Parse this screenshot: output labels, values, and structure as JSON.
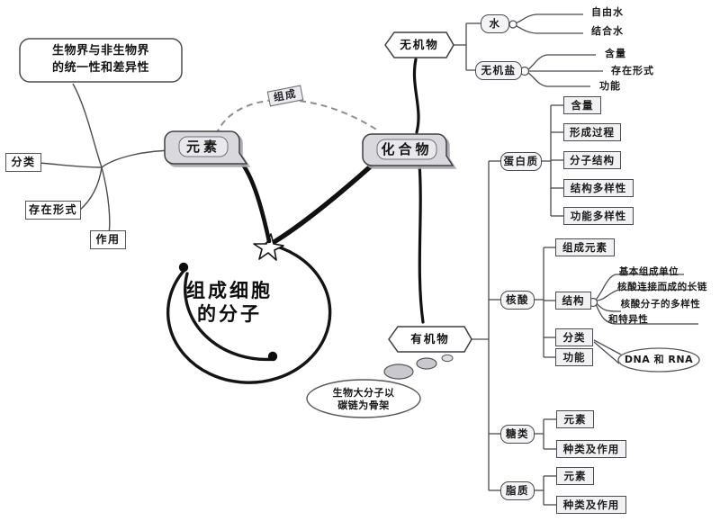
{
  "diagram": {
    "title": "组成细胞的分子",
    "type": "mind-map",
    "colors": {
      "ink": "#1a1a1a",
      "node_fill": "#f2f2f4",
      "big_node_fill": "#d8d8dc",
      "shadow": "#9a9aa2",
      "dashed_link": "#8a8a90"
    }
  },
  "center": {
    "line1": "组成细胞",
    "line2": "的分子"
  },
  "elements_branch": {
    "label": "元素",
    "relation_label": "组成",
    "top_note": {
      "line1": "生物界与非生物界",
      "line2": "的统一性和差异性"
    },
    "children": [
      {
        "label": "分类"
      },
      {
        "label": "存在形式"
      },
      {
        "label": "作用"
      }
    ]
  },
  "compounds_branch": {
    "label": "化合物",
    "inorganic": {
      "label": "无机物",
      "children": [
        {
          "label": "水",
          "children": [
            {
              "label": "自由水"
            },
            {
              "label": "结合水"
            }
          ]
        },
        {
          "label": "无机盐",
          "children": [
            {
              "label": "含量"
            },
            {
              "label": "存在形式"
            },
            {
              "label": "功能"
            }
          ]
        }
      ]
    },
    "organic": {
      "label": "有机物",
      "note": {
        "line1": "生物大分子以",
        "line2": "碳链为骨架"
      },
      "children": [
        {
          "label": "蛋白质",
          "children": [
            {
              "label": "含量"
            },
            {
              "label": "形成过程"
            },
            {
              "label": "分子结构"
            },
            {
              "label": "结构多样性"
            },
            {
              "label": "功能多样性"
            }
          ]
        },
        {
          "label": "核酸",
          "children": [
            {
              "label": "组成元素",
              "children": []
            },
            {
              "label": "结构",
              "children": [
                {
                  "label": "基本组成单位"
                },
                {
                  "label": "核酸连接而成的长链"
                },
                {
                  "label": "核酸分子的多样性",
                  "label2": "和特异性"
                }
              ]
            },
            {
              "label": "分类",
              "callout": "DNA 和 RNA"
            },
            {
              "label": "功能",
              "children": []
            }
          ]
        },
        {
          "label": "糖类",
          "children": [
            {
              "label": "元素"
            },
            {
              "label": "种类及作用"
            }
          ]
        },
        {
          "label": "脂质",
          "children": [
            {
              "label": "元素"
            },
            {
              "label": "种类及作用"
            }
          ]
        }
      ]
    }
  }
}
